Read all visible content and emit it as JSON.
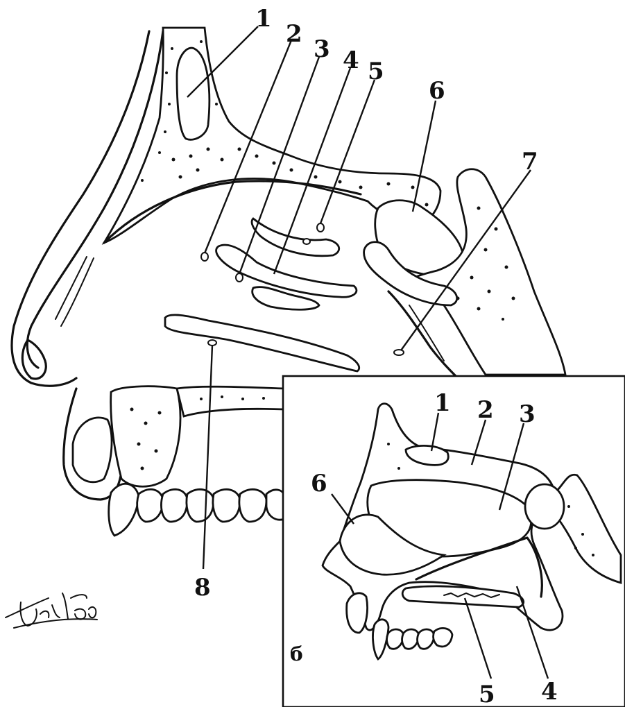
{
  "figure_a": {
    "labels": [
      "1",
      "2",
      "3",
      "4",
      "5",
      "6",
      "7",
      "8"
    ]
  },
  "figure_b": {
    "panel_letter": "б",
    "labels": [
      "1",
      "2",
      "3",
      "4",
      "5",
      "6"
    ]
  },
  "signature": "Дергачева"
}
